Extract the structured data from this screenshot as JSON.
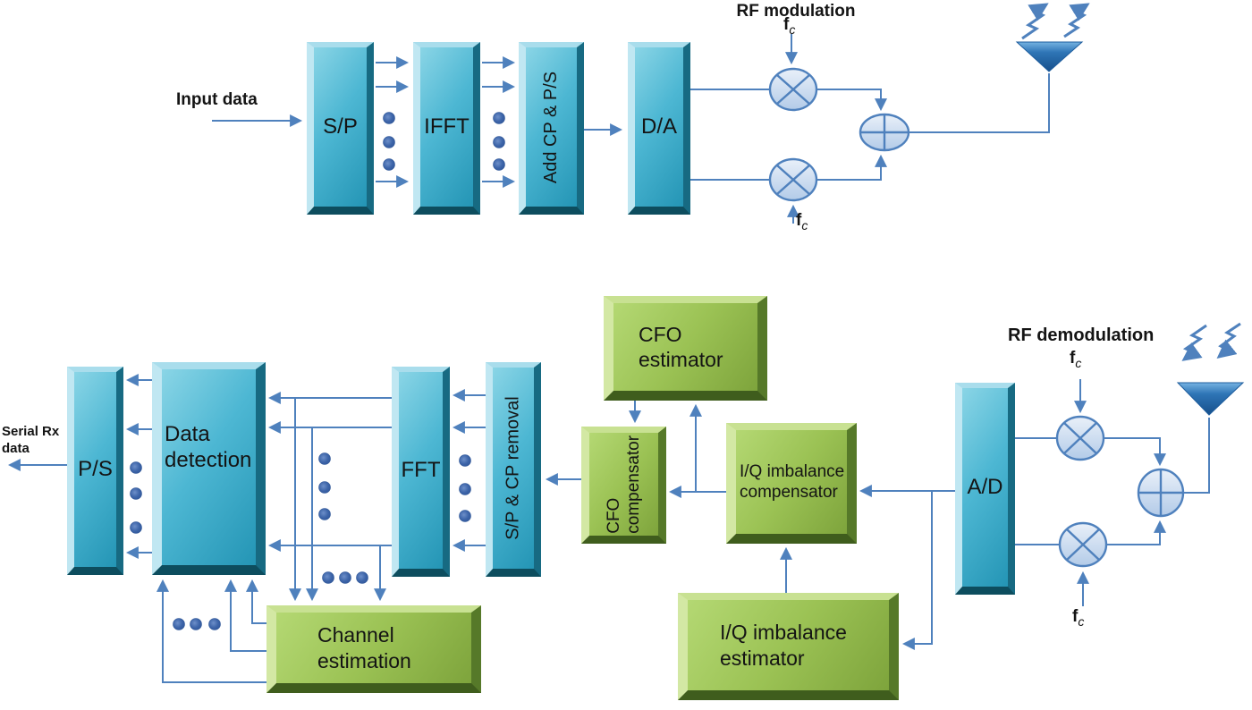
{
  "colors": {
    "background": "#ffffff",
    "wire": "#4f81bd",
    "teal_block": "#2d9dbb",
    "green_block": "#96bf51",
    "dot": "#3a5fa0",
    "antenna": "#2a6db5",
    "text": "#141414"
  },
  "icons": {
    "multiplier": "circle-with-x",
    "adder": "circle-with-plus",
    "antenna": "filled-down-triangle",
    "lightning": "zigzag-arrow",
    "parallel_dots": "ellipsis-dots"
  },
  "tx": {
    "input_label": "Input data",
    "sp": "S/P",
    "ifft": "IFFT",
    "addcp": "Add CP & P/S",
    "da": "D/A",
    "rf_label": "RF modulation",
    "fc_base": "f",
    "fc_sub": "c"
  },
  "rx": {
    "serial_line1": "Serial Rx",
    "serial_line2": "data",
    "ps": "P/S",
    "dd_line1": "Data",
    "dd_line2": "detection",
    "fft": "FFT",
    "spcp": "S/P & CP removal",
    "ad": "A/D",
    "cfo_est_line1": "CFO",
    "cfo_est_line2": "estimator",
    "cfo_comp_line1": "CFO",
    "cfo_comp_line2": "compensator",
    "iq_comp_line1": "I/Q imbalance",
    "iq_comp_line2": "compensator",
    "iq_est_line1": "I/Q imbalance",
    "iq_est_line2": "estimator",
    "chan_line1": "Channel",
    "chan_line2": "estimation",
    "rf_label": "RF demodulation",
    "fc_base": "f",
    "fc_sub": "c"
  }
}
